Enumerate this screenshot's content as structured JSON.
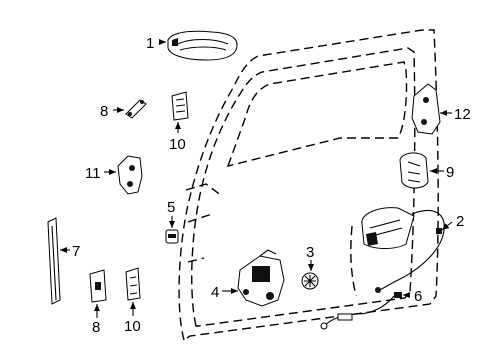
{
  "callouts": [
    {
      "id": "c1",
      "text": "1"
    },
    {
      "id": "c2",
      "text": "2"
    },
    {
      "id": "c3",
      "text": "3"
    },
    {
      "id": "c4",
      "text": "4"
    },
    {
      "id": "c5",
      "text": "5"
    },
    {
      "id": "c6",
      "text": "6"
    },
    {
      "id": "c7",
      "text": "7"
    },
    {
      "id": "c8a",
      "text": "8"
    },
    {
      "id": "c8b",
      "text": "8"
    },
    {
      "id": "c9",
      "text": "9"
    },
    {
      "id": "c10a",
      "text": "10"
    },
    {
      "id": "c10b",
      "text": "10"
    },
    {
      "id": "c11",
      "text": "11"
    },
    {
      "id": "c12",
      "text": "12"
    }
  ]
}
